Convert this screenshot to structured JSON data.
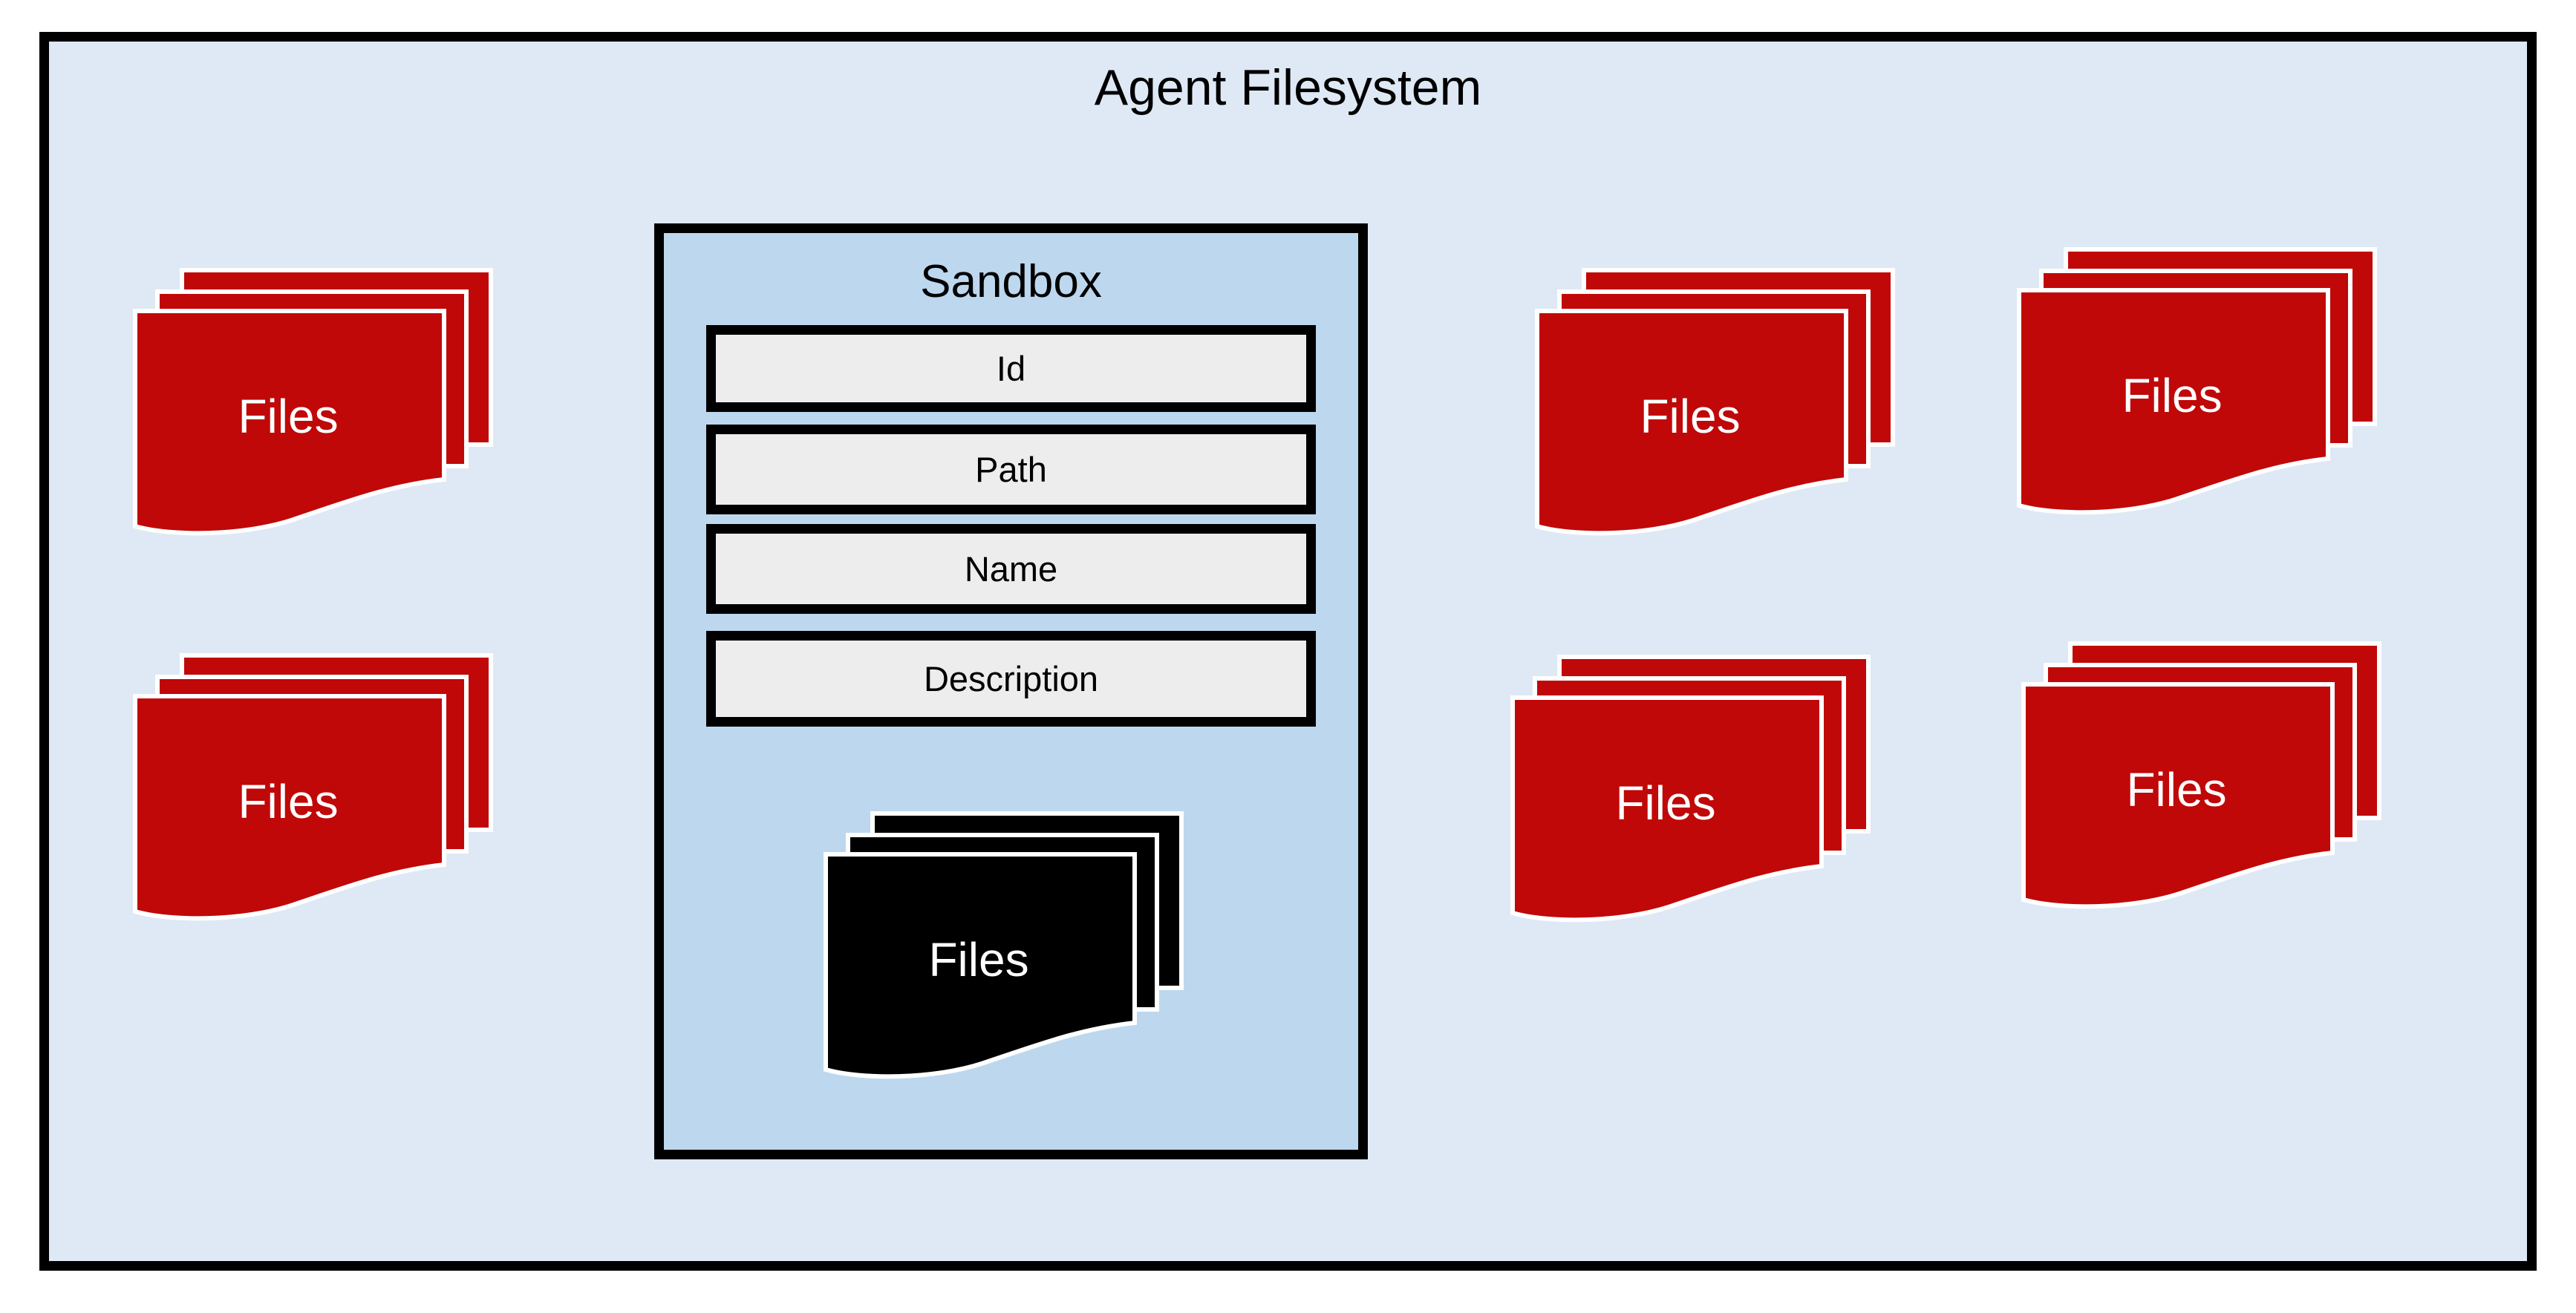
{
  "diagram": {
    "title": "Agent Filesystem",
    "sandbox": {
      "title": "Sandbox",
      "fields": [
        "Id",
        "Path",
        "Name",
        "Description"
      ]
    },
    "files_label": "Files",
    "stacks": {
      "outer_red_stack_count": 6,
      "sandbox_black_stack_count": 1
    },
    "colors": {
      "outer_background": "#dee9f5",
      "sandbox_background": "#bdd7ee",
      "field_background": "#ededed",
      "border": "#000000",
      "file_stack_red": "#c00808",
      "file_stack_black": "#000000",
      "stack_outline": "#ffffff"
    }
  }
}
